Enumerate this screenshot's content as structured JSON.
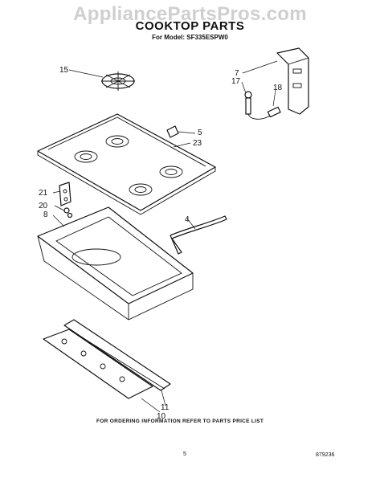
{
  "watermark": "AppliancePartsPros.com",
  "title": "COOKTOP PARTS",
  "subtitle": "For Model: SF335ESPW0",
  "callouts": [
    "15",
    "7",
    "17",
    "18",
    "5",
    "23",
    "21",
    "20",
    "8",
    "4",
    "11",
    "10"
  ],
  "footer": {
    "ordering_info": "FOR ORDERING INFORMATION REFER TO PARTS PRICE LIST",
    "page_number": "5",
    "document_number": "879236"
  }
}
